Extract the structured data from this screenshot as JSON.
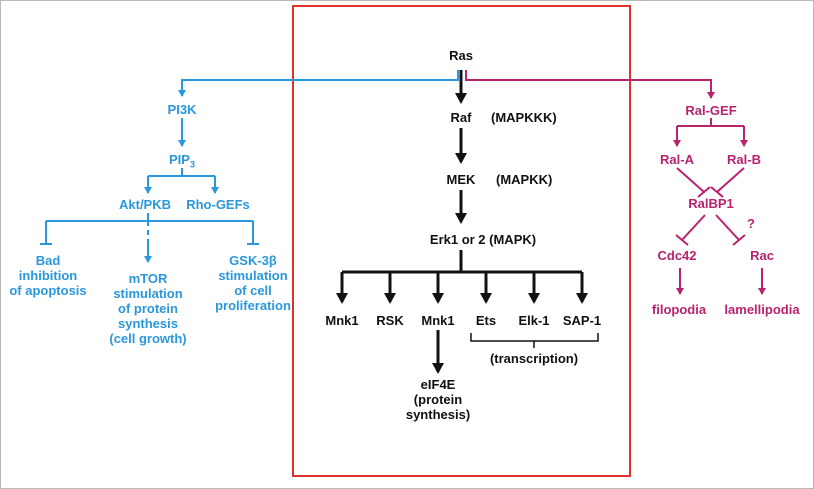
{
  "colors": {
    "blue": "#2a97dc",
    "black": "#111111",
    "pink": "#b8226e",
    "box": "#e0322d"
  },
  "center": {
    "ras": "Ras",
    "raf": "Raf",
    "raf_note": "(MAPKKK)",
    "mek": "MEK",
    "mek_note": "(MAPKK)",
    "erk": "Erk1 or 2 (MAPK)",
    "targets": [
      "Mnk1",
      "RSK",
      "Mnk1",
      "Ets",
      "Elk-1",
      "SAP-1"
    ],
    "transcription": "(transcription)",
    "eif4e": "eIF4E\n(protein\nsynthesis)"
  },
  "left": {
    "pi3k": "PI3K",
    "pip3": "PIP",
    "pip3_sub": "3",
    "akt": "Akt/PKB",
    "rhogefs": "Rho-GEFs",
    "bad": "Bad\ninhibition\nof apoptosis",
    "mtor": "mTOR\nstimulation\nof protein\nsynthesis\n(cell growth)",
    "gsk": "GSK-3β\nstimulation\nof cell\nproliferation"
  },
  "right": {
    "ralgef": "Ral-GEF",
    "rala": "Ral-A",
    "ralb": "Ral-B",
    "ralbp1": "RalBP1",
    "question": "?",
    "cdc42": "Cdc42",
    "rac": "Rac",
    "filopodia": "filopodia",
    "lamellipodia": "lamellipodia"
  }
}
